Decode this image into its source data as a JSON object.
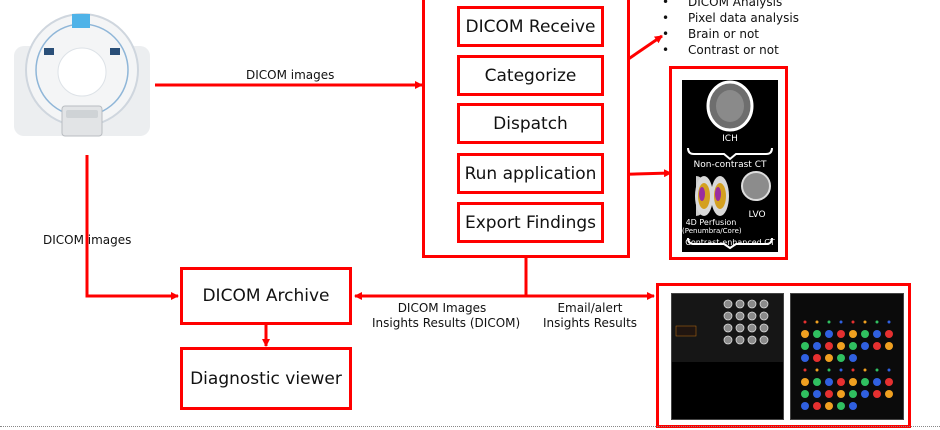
{
  "diagram": {
    "title": "CT image AI analysis workflow",
    "nodes": {
      "ct_scanner": "CT scanner",
      "pipeline_steps": [
        {
          "label": "DICOM Receive"
        },
        {
          "label": "Categorize"
        },
        {
          "label": "Dispatch"
        },
        {
          "label": "Run application"
        },
        {
          "label": "Export Findings"
        }
      ],
      "archive": "DICOM Archive",
      "viewer": "Diagnostic viewer"
    },
    "edge_labels": {
      "scanner_to_pipeline": "DICOM images",
      "scanner_to_archive": "DICOM images",
      "pipeline_to_archive_line1": "DICOM Images",
      "pipeline_to_archive_line2": "Insights Results (DICOM)",
      "pipeline_to_alert_line1": "Email/alert",
      "pipeline_to_alert_line2": "Insights Results"
    },
    "categorize_notes": [
      "DICOM Analysis",
      "Pixel data analysis",
      "Brain or not",
      "Contrast or not"
    ],
    "applications": {
      "ich_label": "ICH",
      "non_contrast_label": "Non-contrast CT",
      "perfusion_label": "4D Perfusion",
      "perfusion_sublabel": "(Penumbra/Core)",
      "lvo_label": "LVO",
      "contrast_label": "Contrast-enhanced CT"
    },
    "colors": {
      "accent": "#ff0000",
      "text": "#111111",
      "screen_bg": "#0b0b0b"
    }
  }
}
